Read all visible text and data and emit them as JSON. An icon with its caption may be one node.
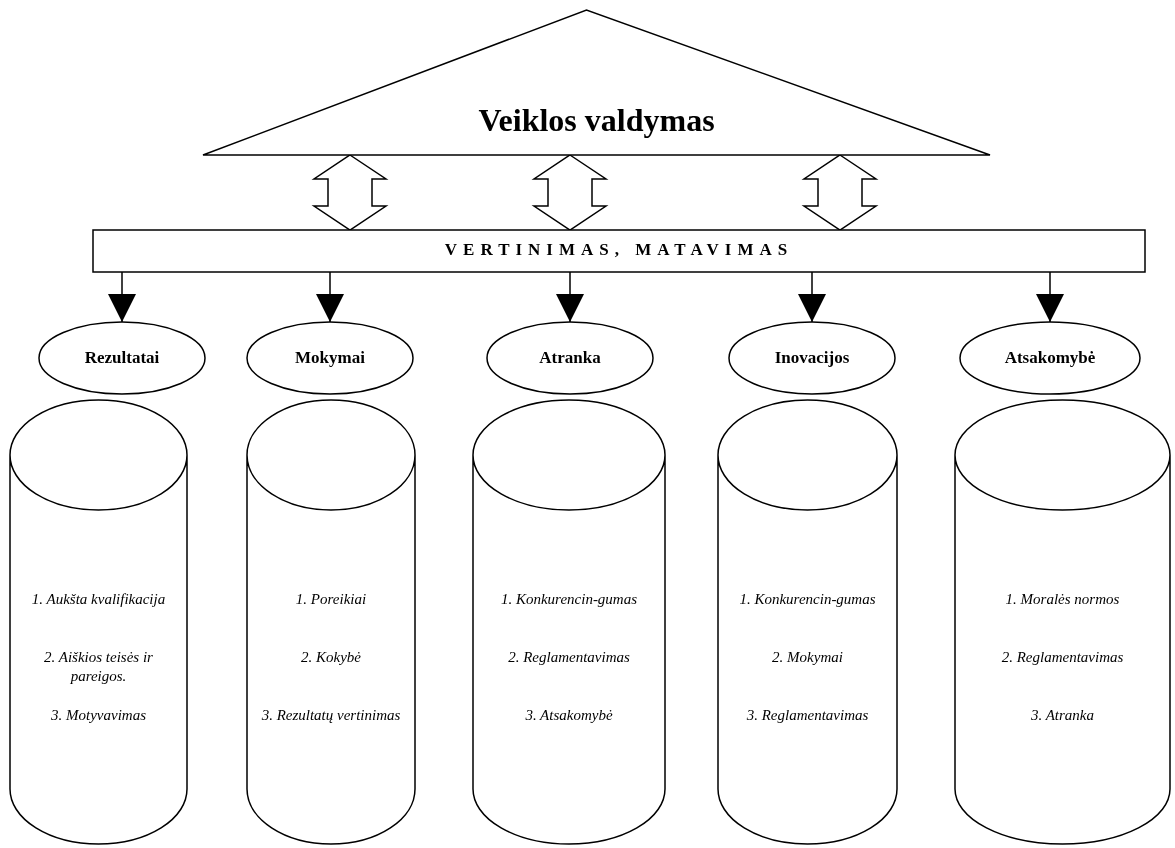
{
  "diagram": {
    "nodes": [
      {
        "text": [
          "Veiklos valdymas"
        ]
      },
      {
        "text": [
          "VERTINIMAS, MATAVIMAS"
        ]
      },
      {
        "text": [
          "Rezultatai"
        ]
      },
      {
        "text": [
          "Mokymai"
        ]
      },
      {
        "text": [
          "Atranka"
        ]
      },
      {
        "text": [
          "Inovacijos"
        ]
      },
      {
        "text": [
          "Atsakomybė"
        ]
      },
      {
        "text": [
          "1. Aukšta kvalifikacija",
          "2. Aiškios teisės ir pareigos.",
          "3. Motyvavimas"
        ]
      },
      {
        "text": [
          "1. Poreikiai",
          "2. Kokybė",
          "3. Rezultatų vertinimas"
        ]
      },
      {
        "text": [
          "1. Konkurencin-gumas",
          "2. Reglamentavimas",
          "3. Atsakomybė"
        ]
      },
      {
        "text": [
          "1. Konkurencin-gumas",
          "2. Mokymai",
          "3. Reglamentavimas"
        ]
      },
      {
        "text": [
          "1. Moralės normos",
          "2. Reglamentavimas",
          "3. Atranka"
        ]
      }
    ],
    "edges": [
      {
        "from": 0,
        "to": 1,
        "arrow": "both"
      },
      {
        "from": 0,
        "to": 1,
        "arrow": "both"
      },
      {
        "from": 0,
        "to": 1,
        "arrow": "both"
      },
      {
        "from": 1,
        "to": 2,
        "arrow": "to"
      },
      {
        "from": 1,
        "to": 3,
        "arrow": "to"
      },
      {
        "from": 1,
        "to": 4,
        "arrow": "to"
      },
      {
        "from": 1,
        "to": 5,
        "arrow": "to"
      },
      {
        "from": 1,
        "to": 6,
        "arrow": "to"
      }
    ]
  }
}
